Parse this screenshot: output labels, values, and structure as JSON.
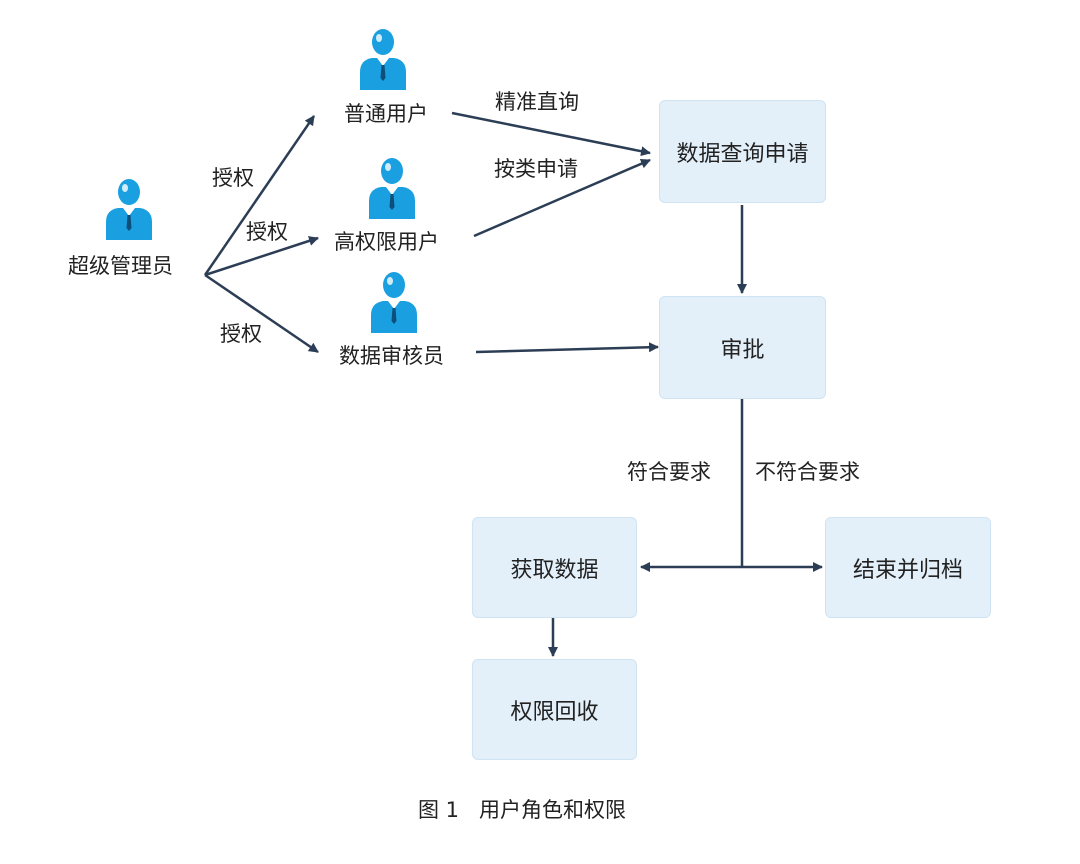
{
  "actors": {
    "super_admin": "超级管理员",
    "normal_user": "普通用户",
    "high_user": "高权限用户",
    "auditor": "数据审核员"
  },
  "edge_labels": {
    "grant_1": "授权",
    "grant_2": "授权",
    "grant_3": "授权",
    "exact_query": "精准直询",
    "category_request": "按类申请",
    "meets": "符合要求",
    "not_meets": "不符合要求"
  },
  "process": {
    "query_request": "数据查询申请",
    "approval": "审批",
    "get_data": "获取数据",
    "end_archive": "结束并归档",
    "revoke": "权限回收"
  },
  "caption": "图 1   用户角色和权限",
  "colors": {
    "person": "#1a9fe0",
    "box_fill": "#e3f0fa",
    "arrow": "#2c3e55"
  },
  "icons": {
    "person": "person-icon"
  }
}
